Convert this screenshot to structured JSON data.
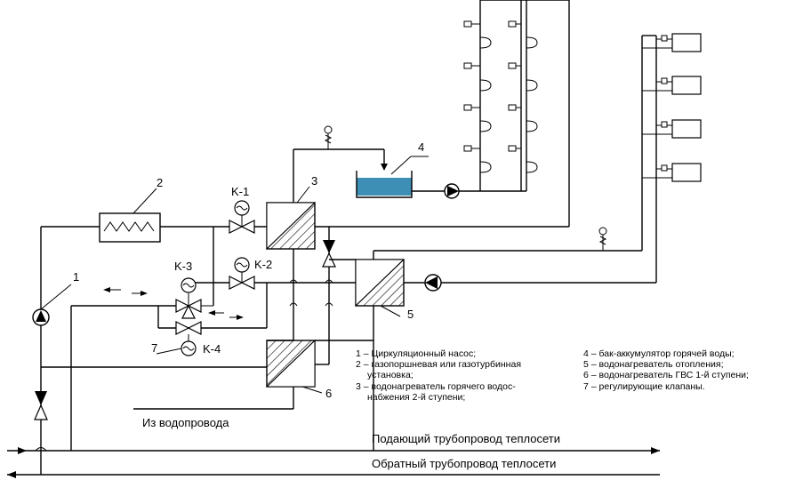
{
  "colors": {
    "line": "#000000",
    "water": "#3d8fb5",
    "background": "#ffffff"
  },
  "labels": {
    "n1": "1",
    "n2": "2",
    "n3": "3",
    "n4": "4",
    "n5": "5",
    "n6": "6",
    "n7": "7",
    "k1": "K-1",
    "k2": "K-2",
    "k3": "K-3",
    "k4": "K-4"
  },
  "legend": {
    "left": [
      "1 – Циркуляционный насос;",
      "2 – газопоршневая или газотурбинная",
      "установка;",
      "3 – водонагреватель горячего водос-",
      "набжения 2-й ступени;"
    ],
    "right": [
      "4 – бак-аккумулятор горячей воды;",
      "5 – водонагреватель отопления;",
      "6 – водонагреватель ГВС 1-й ступени;",
      "7 – регулирующие клапаны."
    ]
  },
  "water_supply": "Из водопровода",
  "supply_pipe": "Подающий трубопровод теплосети",
  "return_pipe": "Обратный трубопровод теплосети"
}
